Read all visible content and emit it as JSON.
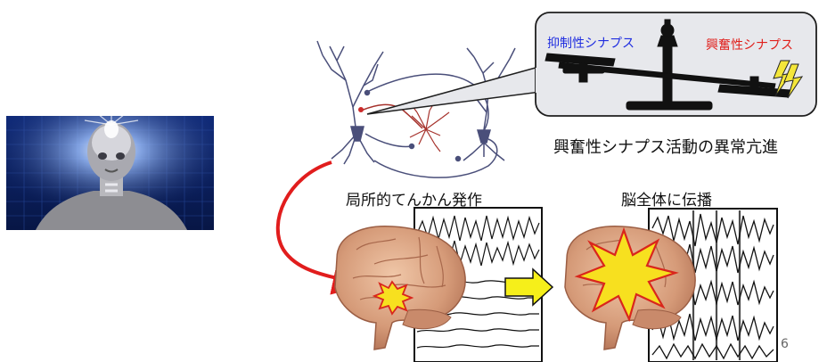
{
  "callout": {
    "inhibitory_label": "抑制性シナプス",
    "excitatory_label": "興奮性シナプス"
  },
  "caption_abnormal": "興奮性シナプス活動の異常亢進",
  "caption_focal": "局所的てんかん発作",
  "caption_spread": "脳全体に伝播",
  "page_number": "6",
  "colors": {
    "inhibitory_text": "#1f2de0",
    "excitatory_text": "#e0201c",
    "arrow_red": "#e11d1d",
    "arrow_yellow": "#f6ef1a",
    "neuron_line": "#4a4f7a",
    "callout_bg": "#e7e8ec"
  }
}
